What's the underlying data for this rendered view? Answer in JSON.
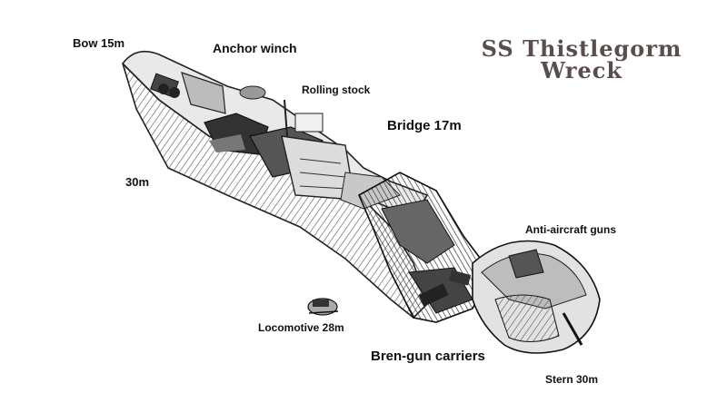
{
  "title": {
    "line1": "SS Thistlegorm",
    "line2": "Wreck",
    "color": "#5a4e4c"
  },
  "labels": {
    "bow": "Bow 15m",
    "anchor_winch": "Anchor winch",
    "rolling_stock": "Rolling stock",
    "bridge": "Bridge 17m",
    "depth_30": "30m",
    "anti_aircraft": "Anti-aircraft guns",
    "locomotive": "Locomotive 28m",
    "bren_gun": "Bren-gun carriers",
    "stern": "Stern 30m"
  }
}
